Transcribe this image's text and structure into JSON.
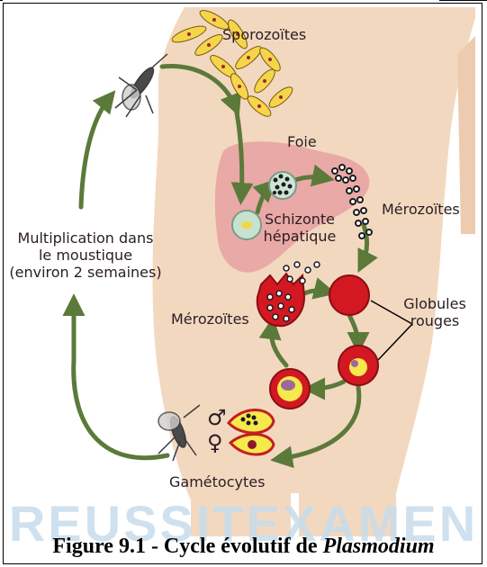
{
  "labels": {
    "sporozoites": "Sporozoïtes",
    "foie": "Foie",
    "merozoites_right": "Mérozoïtes",
    "schizonte_line1": "Schizonte",
    "schizonte_line2": "hépatique",
    "multiplication_line1": "Multiplication dans",
    "multiplication_line2": "le moustique",
    "multiplication_line3": "(environ 2 semaines)",
    "merozoites_left": "Mérozoïtes",
    "globules_line1": "Globules",
    "globules_line2": "rouges",
    "gametocytes": "Gamétocytes",
    "male_symbol": "♂",
    "female_symbol": "♀"
  },
  "watermark": "REUSSITEXAMEN",
  "caption": {
    "prefix": "Figure 9.1 - Cycle évolutif de ",
    "organism": "Plasmodium"
  },
  "colors": {
    "skin": "#f3d8c0",
    "liver": "#e9a9a7",
    "arrow": "#5b7a3a",
    "cell_red": "#d31822",
    "parasite_yellow": "#f6e94b",
    "sporozoite_yellow": "#f5d54a"
  }
}
